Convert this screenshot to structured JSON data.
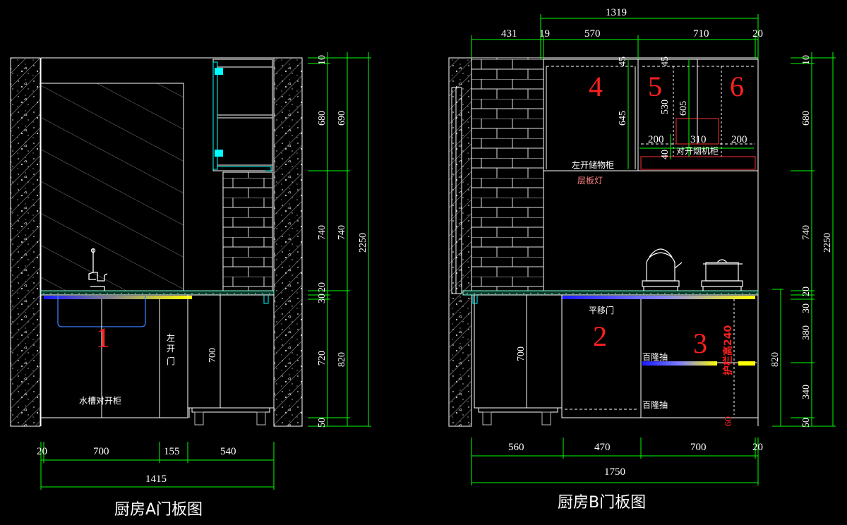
{
  "colors": {
    "background": "#000000",
    "dimension_line": "#00ff00",
    "outline": "#ffffff",
    "hatch": "#b0b0b0",
    "fixture": "#00ffff",
    "cabinet_number": "#ff2020",
    "light_strip": "#ffff00",
    "sink": "#3a7dff",
    "light_label": "#ff8080"
  },
  "drawing_a": {
    "title": "厨房A门板图",
    "cabinet_number": "1",
    "labels": {
      "sink_cabinet": "水槽对开柜",
      "left_door": [
        "左",
        "开",
        "门"
      ]
    },
    "bottom_dims": [
      "20",
      "700",
      "155",
      "540"
    ],
    "total_width": "1415",
    "right_dims_inner": [
      "10",
      "680",
      "740",
      "20",
      "30",
      "720",
      "50"
    ],
    "right_dims_outer": [
      "690",
      "740",
      "820"
    ],
    "overall_height": "2250",
    "inner_dim": "700"
  },
  "drawing_b": {
    "title": "厨房B门板图",
    "cabinet_numbers": [
      "4",
      "5",
      "6",
      "2",
      "3"
    ],
    "top_total": "1319",
    "top_dims": [
      "431",
      "19",
      "570",
      "710",
      "20"
    ],
    "upper_dims": {
      "d45a": "45",
      "d45b": "45",
      "d645": "645",
      "d530": "530",
      "d605": "605",
      "d200a": "200",
      "d310": "310",
      "d200b": "200",
      "d40": "40"
    },
    "labels": {
      "storage": "左开储物柜",
      "shelf_light": "层板灯",
      "hood_cabinet": "对开烟机柜",
      "sliding_door": "平移门",
      "drawer_1": "百隆抽",
      "drawer_2": "百隆抽",
      "guard": "护栏高240"
    },
    "bottom_dims": [
      "560",
      "470",
      "700",
      "20"
    ],
    "total_width": "1750",
    "inner_dim": "700",
    "d60": "60",
    "right_dims": [
      "10",
      "680",
      "740",
      "20",
      "30",
      "380",
      "340",
      "50"
    ],
    "right_outer": "820",
    "overall_height": "2250"
  }
}
